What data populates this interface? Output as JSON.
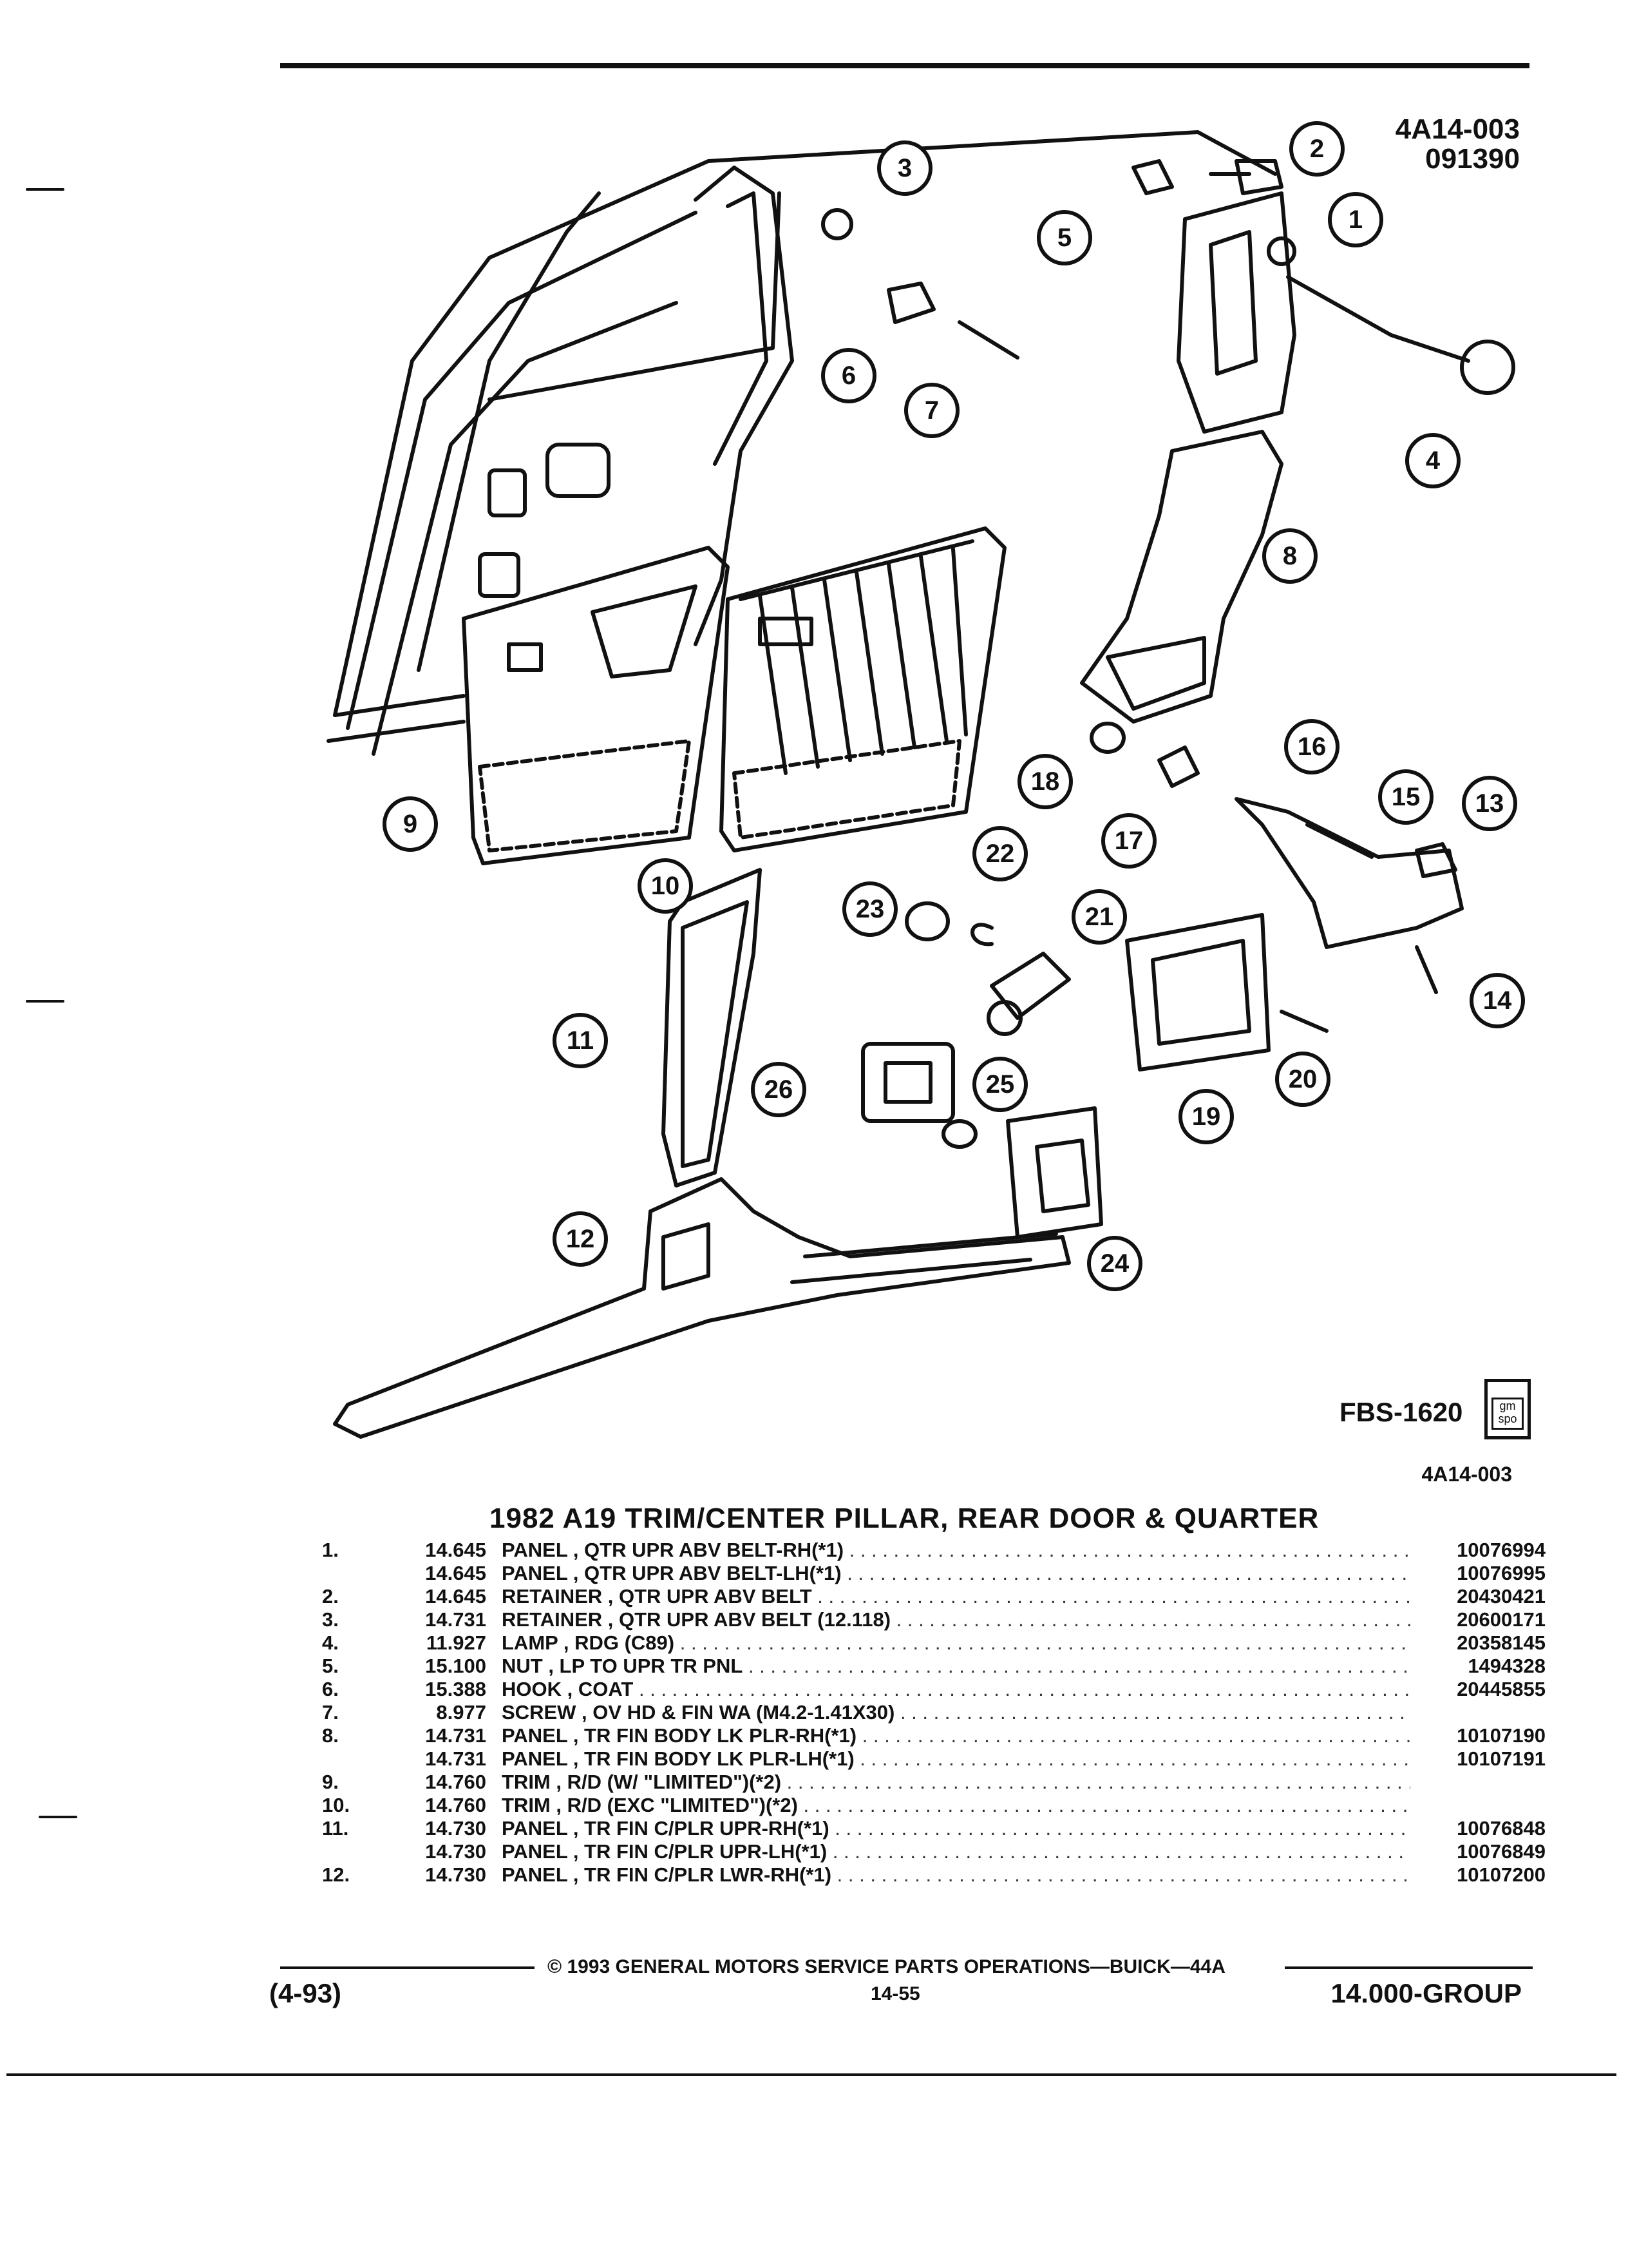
{
  "header": {
    "ref_code": "4A14-003",
    "date_code": "091390"
  },
  "diagram": {
    "callouts": [
      "1",
      "2",
      "3",
      "4",
      "5",
      "6",
      "7",
      "8",
      "9",
      "10",
      "11",
      "12",
      "13",
      "14",
      "15",
      "16",
      "17",
      "18",
      "19",
      "20",
      "21",
      "22",
      "23",
      "24",
      "25",
      "26"
    ]
  },
  "fbs": {
    "code": "FBS-1620",
    "logo_text": "gm spo"
  },
  "section_ref": "4A14-003",
  "title": "1982 A19 TRIM/CENTER PILLAR, REAR DOOR & QUARTER",
  "parts": [
    {
      "ref": "1.",
      "group": "14.645",
      "desc": "PANEL , QTR UPR ABV BELT-RH(*1)",
      "pn": "10076994"
    },
    {
      "ref": "",
      "group": "14.645",
      "desc": "PANEL , QTR UPR ABV BELT-LH(*1)",
      "pn": "10076995"
    },
    {
      "ref": "2.",
      "group": "14.645",
      "desc": "RETAINER , QTR UPR ABV BELT",
      "pn": "20430421"
    },
    {
      "ref": "3.",
      "group": "14.731",
      "desc": "RETAINER , QTR UPR ABV BELT (12.118)",
      "pn": "20600171"
    },
    {
      "ref": "4.",
      "group": "11.927",
      "desc": "LAMP , RDG (C89)",
      "pn": "20358145"
    },
    {
      "ref": "5.",
      "group": "15.100",
      "desc": "NUT , LP TO UPR TR PNL",
      "pn": "1494328"
    },
    {
      "ref": "6.",
      "group": "15.388",
      "desc": "HOOK , COAT",
      "pn": "20445855"
    },
    {
      "ref": "7.",
      "group": "8.977",
      "desc": "SCREW , OV HD & FIN WA (M4.2-1.41X30)",
      "pn": ""
    },
    {
      "ref": "8.",
      "group": "14.731",
      "desc": "PANEL , TR FIN BODY LK PLR-RH(*1)",
      "pn": "10107190"
    },
    {
      "ref": "",
      "group": "14.731",
      "desc": "PANEL , TR FIN BODY LK PLR-LH(*1)",
      "pn": "10107191"
    },
    {
      "ref": "9.",
      "group": "14.760",
      "desc": "TRIM , R/D (W/ \"LIMITED\")(*2)",
      "pn": ""
    },
    {
      "ref": "10.",
      "group": "14.760",
      "desc": "TRIM , R/D (EXC \"LIMITED\")(*2)",
      "pn": ""
    },
    {
      "ref": "11.",
      "group": "14.730",
      "desc": "PANEL , TR FIN C/PLR UPR-RH(*1)",
      "pn": "10076848"
    },
    {
      "ref": "",
      "group": "14.730",
      "desc": "PANEL , TR FIN C/PLR UPR-LH(*1)",
      "pn": "10076849"
    },
    {
      "ref": "12.",
      "group": "14.730",
      "desc": "PANEL , TR FIN C/PLR LWR-RH(*1)",
      "pn": "10107200"
    }
  ],
  "footer": {
    "copyright": "© 1993 GENERAL MOTORS SERVICE PARTS OPERATIONS—BUICK—44A",
    "left": "(4-93)",
    "page": "14-55",
    "right": "14.000-GROUP"
  }
}
